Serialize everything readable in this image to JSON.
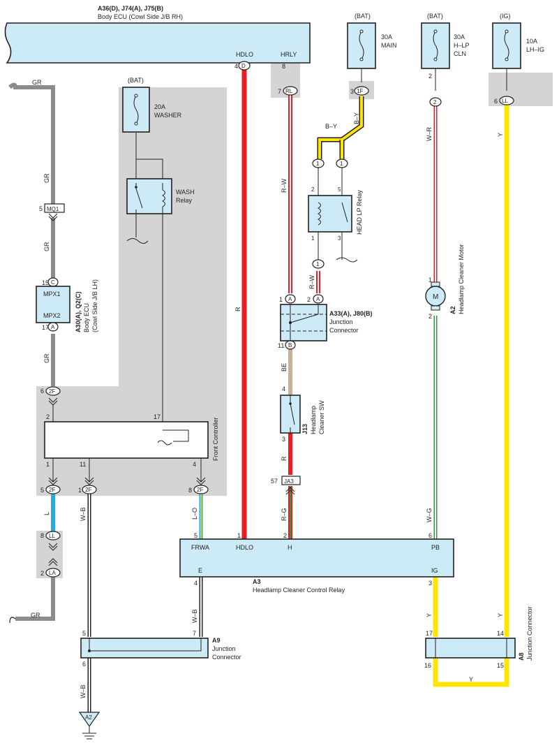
{
  "colors": {
    "red": "#ed1c24",
    "yellow": "#ffe600",
    "blue": "#29abe2",
    "gray": "#8c8c8c",
    "green": "#2e9b48",
    "tan": "#c7b299",
    "component_fill": "#cdeaf7",
    "shade": "#d4d4d4"
  },
  "body_ecu_rh": {
    "ref": "A36(D), J74(A), J75(B)",
    "name": "Body ECU (Cowl Side J/B RH)",
    "pin_hdlo": "HDLO",
    "pin_hrly": "HRLY",
    "hdlo_num": "4",
    "hdlo_conn": "D",
    "hrly_num": "8"
  },
  "fuses": {
    "main": {
      "src": "(BAT)",
      "rating": "30A",
      "name": "MAIN"
    },
    "hlp_cln": {
      "src": "(BAT)",
      "rating": "30A",
      "name1": "H–LP",
      "name2": "CLN"
    },
    "lh_ig": {
      "src": "(IG)",
      "rating": "10A",
      "name": "LH–IG"
    },
    "washer": {
      "src": "(BAT)",
      "rating": "20A",
      "name": "WASHER"
    }
  },
  "connectors": {
    "rl": {
      "num": "7",
      "code": "RL"
    },
    "f1": {
      "num": "3",
      "code": "1F"
    },
    "f2": {
      "num": "2",
      "code": "2"
    },
    "ll_top": {
      "num": "6",
      "code": "LL"
    },
    "mq1": {
      "num": "5",
      "code": "MQ1"
    },
    "c15": {
      "num": "15",
      "code": "C"
    },
    "a17": {
      "num": "17",
      "code": "A"
    },
    "f2_6": {
      "num": "6",
      "code": "2F"
    },
    "f2_5": {
      "num": "5",
      "code": "2F"
    },
    "f2_1": {
      "num": "1",
      "code": "2F"
    },
    "f2_8": {
      "num": "8",
      "code": "2F"
    },
    "ll_8": {
      "num": "8",
      "code": "LL"
    },
    "la_2": {
      "num": "2",
      "code": "LA"
    },
    "ja3": {
      "num": "57",
      "code": "JA3"
    },
    "j_a1": {
      "num": "1",
      "code": "A"
    },
    "j_a2": {
      "num": "2",
      "code": "A"
    },
    "j_b11": {
      "num": "11",
      "code": "B"
    },
    "one": "1",
    "a2_ground": "A2"
  },
  "wash_relay": {
    "name1": "WASH",
    "name2": "Relay"
  },
  "head_lp_relay": {
    "name": "HEAD LP Relay",
    "p2": "2",
    "p5": "5",
    "p1": "1",
    "p3": "3"
  },
  "body_ecu_lh": {
    "ref": "A30(A), Q2(C)",
    "name1": "Body ECU",
    "name2": "(Cowl Side J/B LH)",
    "pin1": "MPX1",
    "pin2": "MPX2"
  },
  "front_controller": {
    "name": "Front Controller",
    "p2": "2",
    "p17": "17",
    "p1": "1",
    "p11": "11",
    "p4": "4"
  },
  "junction_a33": {
    "ref": "A33(A), J80(B)",
    "name1": "Junction",
    "name2": "Connector"
  },
  "headlamp_sw": {
    "ref": "J13",
    "name1": "Headlamp",
    "name2": "Cleaner SW",
    "p4": "4",
    "p3": "3"
  },
  "motor": {
    "ref": "A2",
    "name": "Headlamp Cleaner Motor",
    "symbol": "M",
    "p1": "1",
    "p2": "2"
  },
  "control_relay": {
    "ref": "A3",
    "name": "Headlamp Cleaner Control Relay",
    "frwa": "FRWA",
    "hdlo": "HDLO",
    "h": "H",
    "pb": "PB",
    "e": "E",
    "ig": "IG",
    "p5": "5",
    "p1": "1",
    "p2": "2",
    "p6": "6",
    "p4": "4",
    "p3": "3"
  },
  "junction_a9": {
    "ref": "A9",
    "name1": "Junction",
    "name2": "Connector",
    "p5": "5",
    "p7": "7",
    "p6": "6"
  },
  "junction_a8": {
    "ref": "A8",
    "name": "Junction Connector",
    "p17": "17",
    "p14": "14",
    "p16": "16",
    "p15": "15"
  },
  "wires": {
    "gr": "GR",
    "r": "R",
    "rw": "R–W",
    "by": "B–Y",
    "wr": "W–R",
    "y": "Y",
    "be": "BE",
    "rg": "R–G",
    "wg": "W–G",
    "wb": "W–B",
    "l": "L",
    "lo": "L–O"
  }
}
